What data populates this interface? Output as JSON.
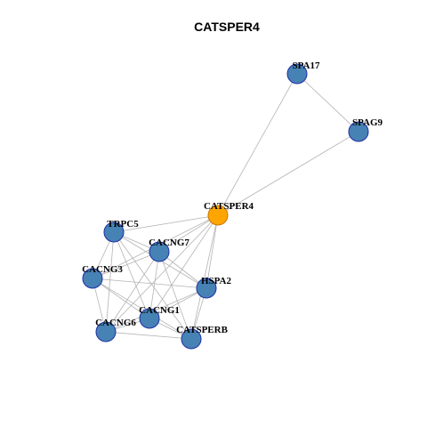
{
  "title": "CATSPER4",
  "colors": {
    "hub_fill": "#ffa500",
    "hub_stroke": "#c87800",
    "node_fill": "#4682b4",
    "node_stroke": "#1f2fa8",
    "edge": "#b4b4b4",
    "background": "#ffffff"
  },
  "nodes": [
    {
      "id": "SPA17",
      "label": "SPA17",
      "hub": false
    },
    {
      "id": "SPAG9",
      "label": "SPAG9",
      "hub": false
    },
    {
      "id": "CATSPER4",
      "label": "CATSPER4",
      "hub": true
    },
    {
      "id": "TRPC5",
      "label": "TRPC5",
      "hub": false
    },
    {
      "id": "CACNG7",
      "label": "CACNG7",
      "hub": false
    },
    {
      "id": "CACNG3",
      "label": "CACNG3",
      "hub": false
    },
    {
      "id": "HSPA2",
      "label": "HSPA2",
      "hub": false
    },
    {
      "id": "CACNG1",
      "label": "CACNG1",
      "hub": false
    },
    {
      "id": "CACNG6",
      "label": "CACNG6",
      "hub": false
    },
    {
      "id": "CATSPERB",
      "label": "CATSPERB",
      "hub": false
    }
  ],
  "edges": [
    [
      "SPA17",
      "SPAG9"
    ],
    [
      "SPA17",
      "CATSPER4"
    ],
    [
      "SPAG9",
      "CATSPER4"
    ],
    [
      "CATSPER4",
      "TRPC5"
    ],
    [
      "CATSPER4",
      "CACNG7"
    ],
    [
      "CATSPER4",
      "CACNG3"
    ],
    [
      "CATSPER4",
      "HSPA2"
    ],
    [
      "CATSPER4",
      "CACNG1"
    ],
    [
      "CATSPER4",
      "CACNG6"
    ],
    [
      "CATSPER4",
      "CATSPERB"
    ],
    [
      "TRPC5",
      "CACNG7"
    ],
    [
      "TRPC5",
      "CACNG3"
    ],
    [
      "TRPC5",
      "HSPA2"
    ],
    [
      "TRPC5",
      "CACNG1"
    ],
    [
      "TRPC5",
      "CACNG6"
    ],
    [
      "TRPC5",
      "CATSPERB"
    ],
    [
      "CACNG7",
      "CACNG3"
    ],
    [
      "CACNG7",
      "HSPA2"
    ],
    [
      "CACNG7",
      "CACNG1"
    ],
    [
      "CACNG7",
      "CACNG6"
    ],
    [
      "CACNG7",
      "CATSPERB"
    ],
    [
      "CACNG3",
      "HSPA2"
    ],
    [
      "CACNG3",
      "CACNG1"
    ],
    [
      "CACNG3",
      "CACNG6"
    ],
    [
      "CACNG3",
      "CATSPERB"
    ],
    [
      "HSPA2",
      "CACNG1"
    ],
    [
      "HSPA2",
      "CACNG6"
    ],
    [
      "HSPA2",
      "CATSPERB"
    ],
    [
      "CACNG1",
      "CACNG6"
    ],
    [
      "CACNG1",
      "CATSPERB"
    ],
    [
      "CACNG6",
      "CATSPERB"
    ]
  ]
}
